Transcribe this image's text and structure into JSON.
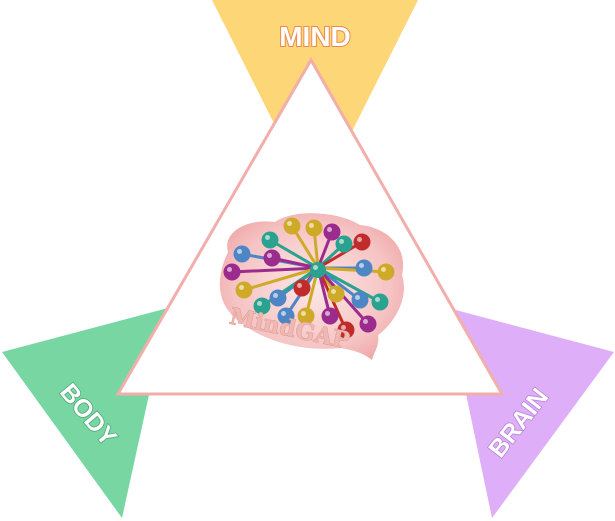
{
  "labels": {
    "mind": "MIND",
    "body": "BODY",
    "brain": "BRAIN"
  },
  "logo": {
    "text": "MindGAP"
  },
  "colors": {
    "mind_triangle": "#fcd677",
    "body_triangle": "#78d6a3",
    "brain_triangle": "#deaef8",
    "center_triangle_border": "#f2aeaa",
    "brain_blob": "#f6c4c4",
    "sphere_colors": [
      "#9c2b8e",
      "#cfa928",
      "#2aa28f",
      "#4e86c5",
      "#c02c2c",
      "#a3357d"
    ]
  }
}
